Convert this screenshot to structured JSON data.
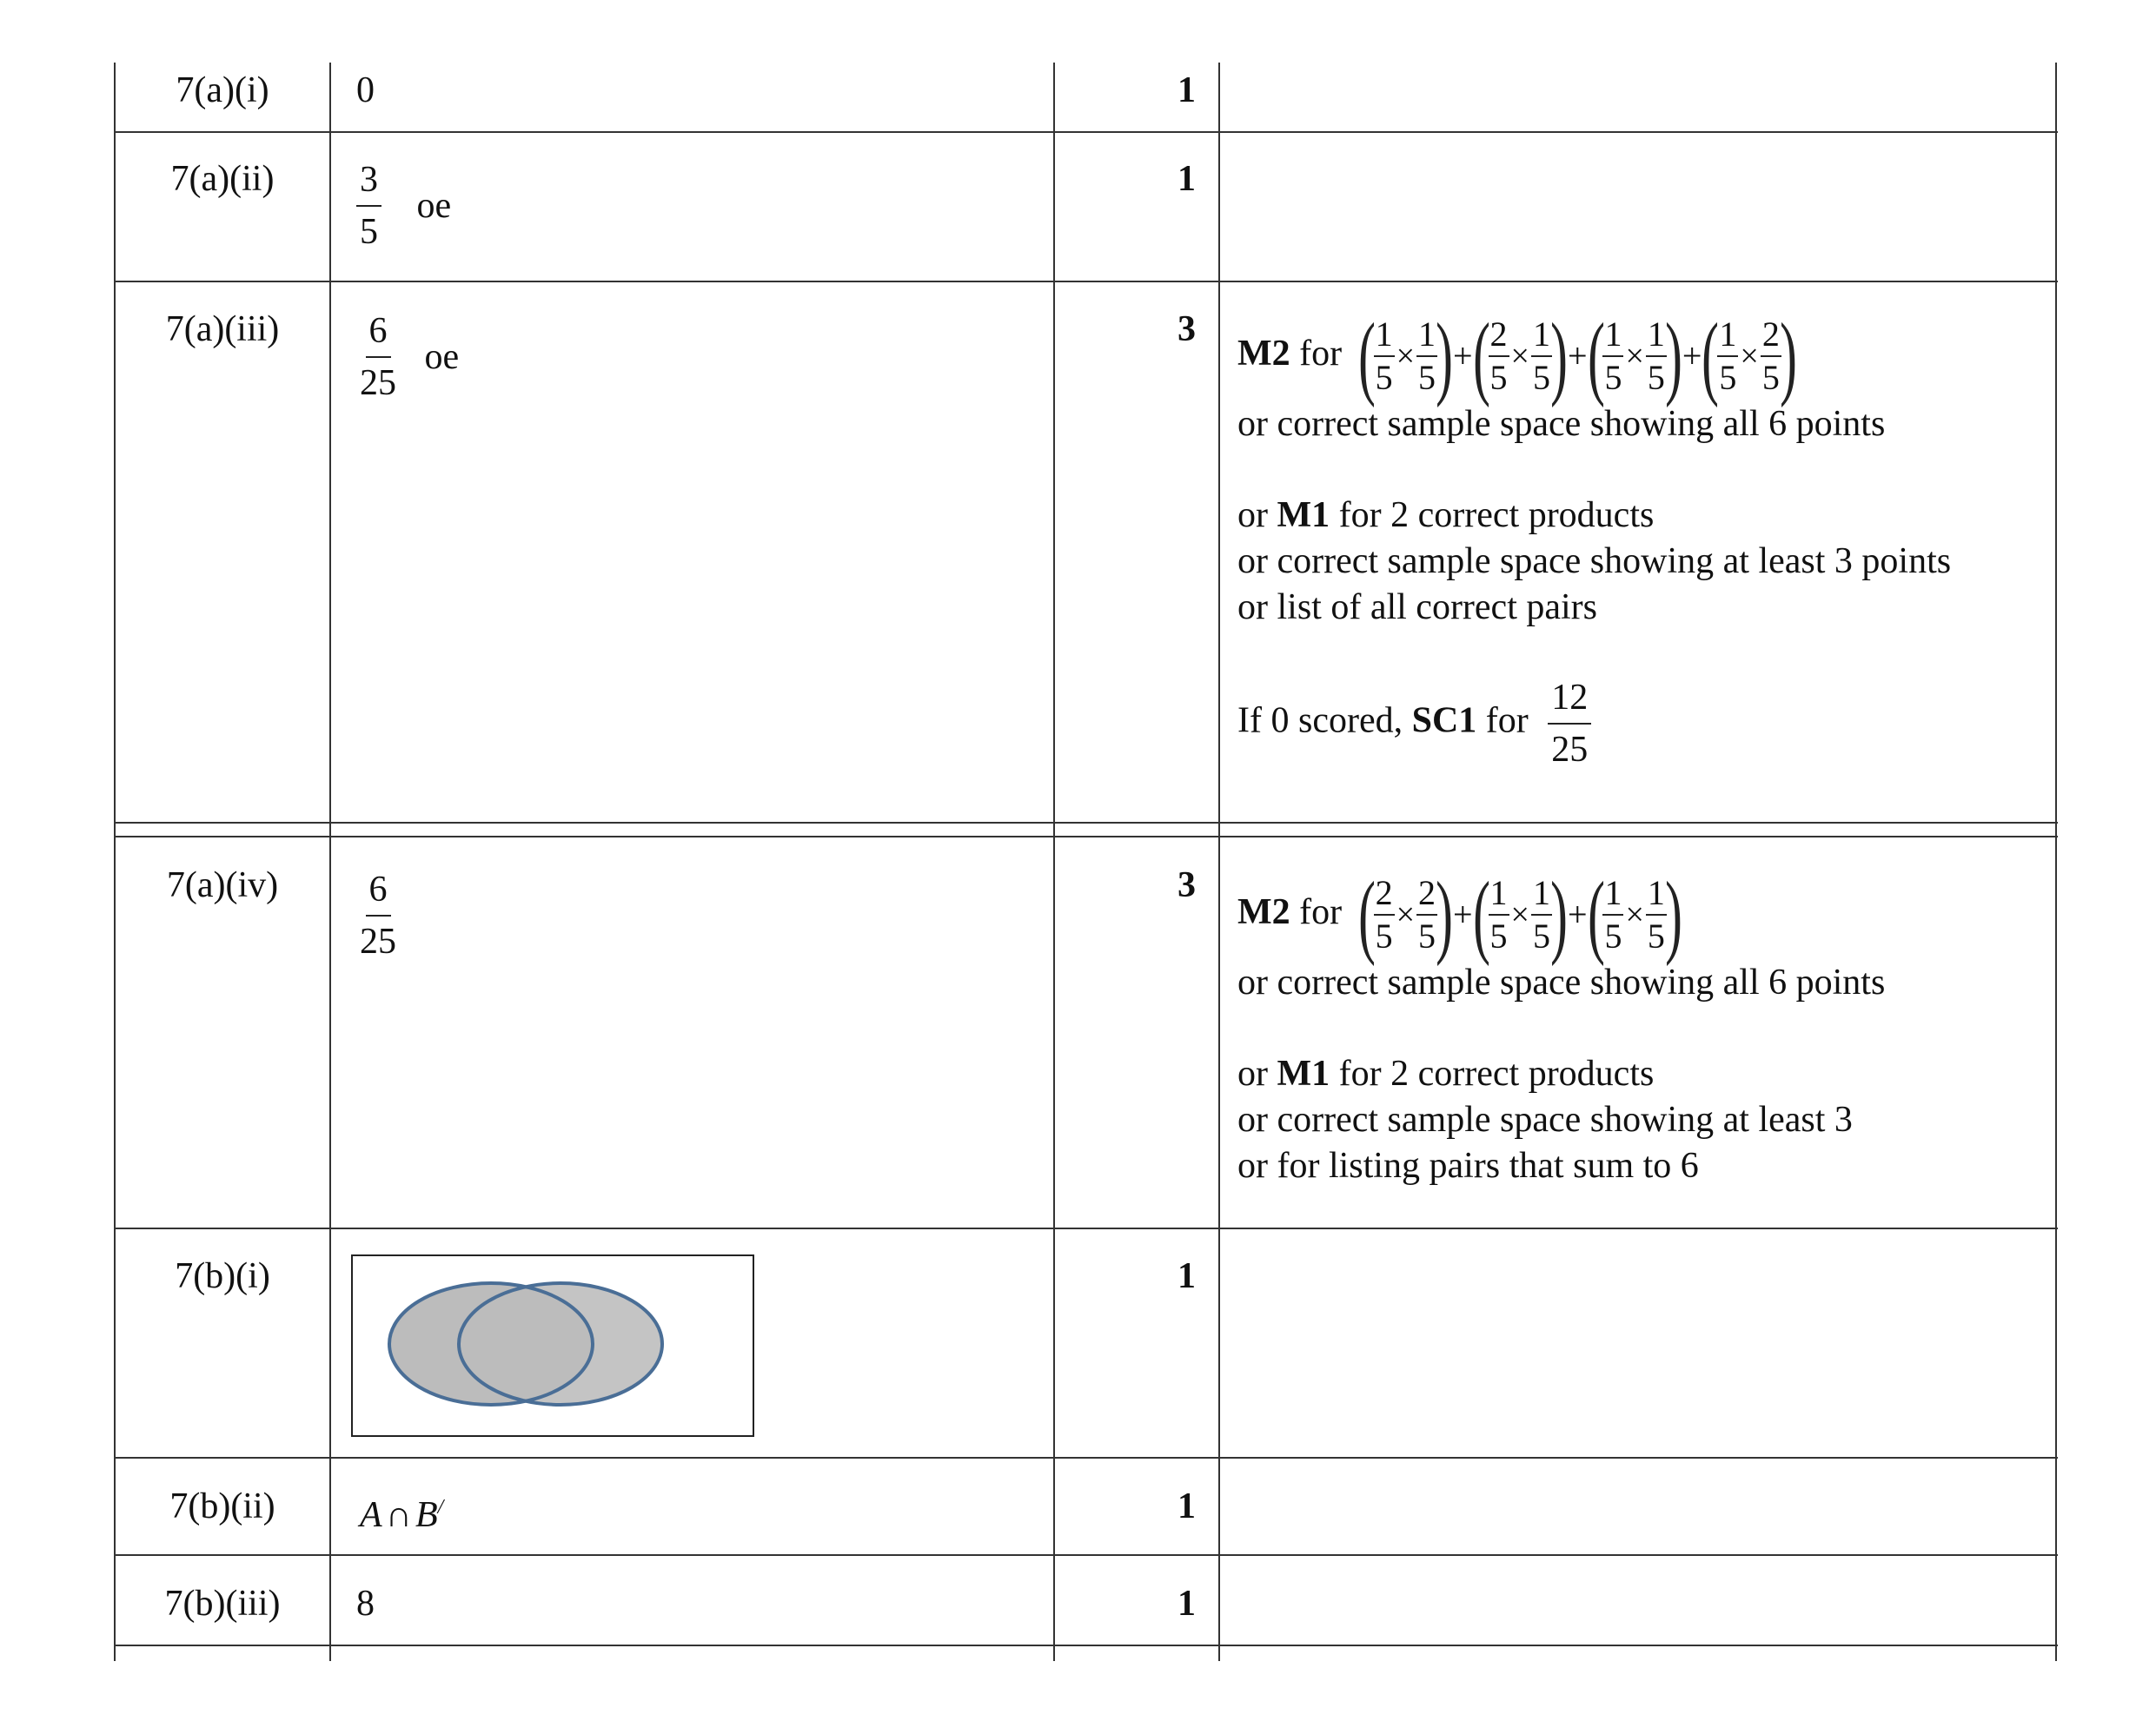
{
  "rows": [
    {
      "q": "7(a)(i)",
      "answer": "0",
      "mark": "1"
    },
    {
      "q": "7(a)(ii)",
      "answer_num": "3",
      "answer_den": "5",
      "answer_suffix": "oe",
      "mark": "1"
    },
    {
      "q": "7(a)(iii)",
      "answer_num": "6",
      "answer_den": "25",
      "answer_suffix": "oe",
      "mark": "3",
      "guidance": {
        "m2_bold": "M2",
        "m2_for": "for",
        "line1": "or correct sample space showing all 6 points",
        "or1": "or",
        "m1_bold": "M1",
        "m1_rest": "for 2 correct products",
        "line3": "or correct sample space showing at least 3 points",
        "line4": "or list of all correct pairs",
        "sc_prefix": "If 0 scored,",
        "sc_bold": "SC1",
        "sc_for": "for",
        "sc_num": "12",
        "sc_den": "25"
      }
    },
    {
      "q": "7(a)(iv)",
      "answer_num": "6",
      "answer_den": "25",
      "mark": "3",
      "guidance": {
        "m2_bold": "M2",
        "m2_for": "for",
        "line1": "or correct sample space showing all 6 points",
        "or1": "or",
        "m1_bold": "M1",
        "m1_rest": "for 2 correct products",
        "line3": "or correct sample space showing at least 3",
        "line4": "or for listing pairs that sum to 6"
      }
    },
    {
      "q": "7(b)(i)",
      "mark": "1"
    },
    {
      "q": "7(b)(ii)",
      "answer_a": "A",
      "answer_cap": "∩",
      "answer_b": "B",
      "answer_prime": "/",
      "mark": "1"
    },
    {
      "q": "7(b)(iii)",
      "answer": "8",
      "mark": "1"
    }
  ],
  "symbols": {
    "times": "×",
    "plus": "+",
    "lparen": "(",
    "rparen": ")",
    "five": "5"
  },
  "m2_iii_terms": [
    [
      "1",
      "1"
    ],
    [
      "2",
      "1"
    ],
    [
      "1",
      "1"
    ],
    [
      "1",
      "2"
    ]
  ],
  "m2_iv_terms": [
    [
      "2",
      "2"
    ],
    [
      "1",
      "1"
    ],
    [
      "1",
      "1"
    ]
  ],
  "colors": {
    "venn_fill": "#c2c2c2",
    "venn_stroke": "#4a6e96"
  }
}
